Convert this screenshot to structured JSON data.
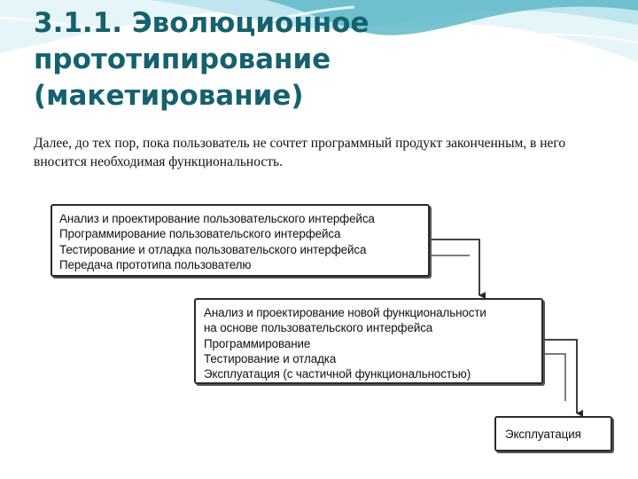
{
  "slide": {
    "title": "3.1.1. Эволюционное\nпрототипирование\n(макетирование)",
    "text": "Далее, до тех пор, пока пользователь не сочтет программный продукт законченным, в него вносится необходимая функциональность."
  },
  "diagram": {
    "box1": {
      "lines": [
        "Анализ и проектирование пользовательского интерфейса",
        "Программирование пользовательского интерфейса",
        "Тестирование и отладка пользовательского интерфейса",
        "Передача прототипа пользователю"
      ]
    },
    "box2": {
      "lines": [
        "Анализ и проектирование новой функциональности",
        "на основе пользовательского интерфейса",
        "Программирование",
        "Тестирование и отладка",
        "Эксплуатация (с частичной функциональностью)"
      ]
    },
    "box3": {
      "lines": [
        "Эксплуатация"
      ]
    }
  },
  "colors": {
    "title": "#15616e",
    "wave_dark": "#5fb8c9",
    "wave_light": "#bfe6ee",
    "border": "#2a2a2a"
  }
}
